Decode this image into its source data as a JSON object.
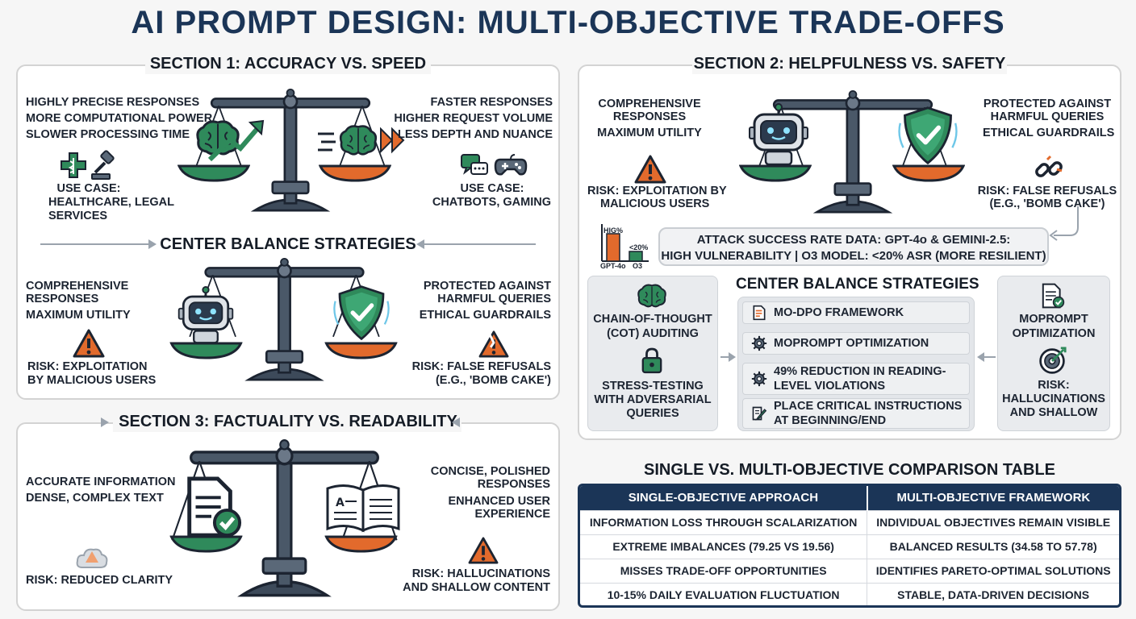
{
  "title": "AI PROMPT DESIGN: MULTI-OBJECTIVE TRADE-OFFS",
  "colors": {
    "navy": "#1b3557",
    "green": "#2f8a5b",
    "orange": "#e26a2c",
    "steel": "#4a5868"
  },
  "section1": {
    "title": "SECTION 1: ACCURACY VS. SPEED",
    "left_lines": [
      "HIGHLY PRECISE RESPONSES",
      "MORE COMPUTATIONAL POWER",
      "SLOWER PROCESSING TIME"
    ],
    "left_use_case": [
      "USE CASE:",
      "HEALTHCARE, LEGAL",
      "SERVICES"
    ],
    "right_lines": [
      "FASTER RESPONSES",
      "HIGHER REQUEST VOLUME",
      "LESS DEPTH AND NUANCE"
    ],
    "right_use_case": [
      "USE CASE:",
      "CHATBOTS, GAMING"
    ],
    "center_title": "CENTER BALANCE STRATEGIES",
    "center_left_lines": [
      "COMPREHENSIVE",
      "RESPONSES",
      "MAXIMUM UTILITY"
    ],
    "center_left_risk": [
      "RISK: EXPLOITATION",
      "BY MALICIOUS USERS"
    ],
    "center_right_lines": [
      "PROTECTED AGAINST",
      "HARMFUL QUERIES",
      "ETHICAL GUARDRAILS"
    ],
    "center_right_risk": [
      "RISK: FALSE REFUSALS",
      "(E.G., 'BOMB CAKE')"
    ]
  },
  "section2": {
    "title": "SECTION 2: HELPFULNESS VS. SAFETY",
    "left_lines": [
      "COMPREHENSIVE",
      "RESPONSES",
      "MAXIMUM UTILITY"
    ],
    "left_risk": [
      "RISK: EXPLOITATION BY",
      "MALICIOUS USERS"
    ],
    "right_lines": [
      "PROTECTED AGAINST",
      "HARMFUL QUERIES",
      "ETHICAL GUARDRAILS"
    ],
    "right_risk": [
      "RISK: FALSE REFUSALS",
      "(E.G., 'BOMB CAKE')"
    ],
    "mini_chart": {
      "bar1_label": "HIG%",
      "bar2_label": "<20%",
      "x1": "GPT-4o",
      "x2": "O3"
    },
    "asr_lines": [
      "ATTACK SUCCESS RATE DATA: GPT-4o & GEMINI-2.5:",
      "HIGH VULNERABILITY | O3 MODEL: <20% ASR (MORE RESILIENT)"
    ],
    "strategies_title": "CENTER BALANCE STRATEGIES",
    "left_card": {
      "text1": [
        "CHAIN-OF-THOUGHT",
        "(CoT) AUDITING"
      ],
      "text2": [
        "STRESS-TESTING",
        "WITH ADVERSARIAL",
        "QUERIES"
      ]
    },
    "strategies": [
      {
        "icon": "document-icon",
        "label": [
          "MO-DPO FRAMEWORK"
        ]
      },
      {
        "icon": "gear-icon",
        "label": [
          "MOPROMPT OPTIMIZATION"
        ]
      },
      {
        "icon": "gear-icon",
        "label": [
          "49% REDUCTION IN READING-",
          "LEVEL VIOLATIONS"
        ]
      },
      {
        "icon": "edit-icon",
        "label": [
          "PLACE CRITICAL INSTRUCTIONS",
          "AT BEGINNING/END"
        ]
      }
    ],
    "right_card": {
      "text1": [
        "MOPROMPT",
        "OPTIMIZATION"
      ],
      "text2": [
        "RISK:",
        "HALLUCINATIONS",
        "AND SHALLOW"
      ]
    }
  },
  "section3": {
    "title": "SECTION 3: FACTUALITY VS. READABILITY",
    "left_lines": [
      "ACCURATE INFORMATION",
      "DENSE, COMPLEX TEXT"
    ],
    "left_risk": "RISK: REDUCED CLARITY",
    "right_lines": [
      "CONCISE, POLISHED",
      "RESPONSES",
      "ENHANCED USER",
      "EXPERIENCE"
    ],
    "right_risk": [
      "RISK: HALLUCINATIONS",
      "AND SHALLOW CONTENT"
    ]
  },
  "comparison": {
    "title": "SINGLE VS. MULTI-OBJECTIVE COMPARISON TABLE",
    "headers": [
      "SINGLE-OBJECTIVE APPROACH",
      "MULTI-OBJECTIVE FRAMEWORK"
    ],
    "rows": [
      [
        "INFORMATION LOSS THROUGH SCALARIZATION",
        "INDIVIDUAL OBJECTIVES REMAIN VISIBLE"
      ],
      [
        "EXTREME IMBALANCES (79.25 VS 19.56)",
        "BALANCED RESULTS (34.58 TO 57.78)"
      ],
      [
        "MISSES TRADE-OFF OPPORTUNITIES",
        "IDENTIFIES PARETO-OPTIMAL SOLUTIONS"
      ],
      [
        "10-15% DAILY EVALUATION FLUCTUATION",
        "STABLE, DATA-DRIVEN DECISIONS"
      ]
    ]
  }
}
